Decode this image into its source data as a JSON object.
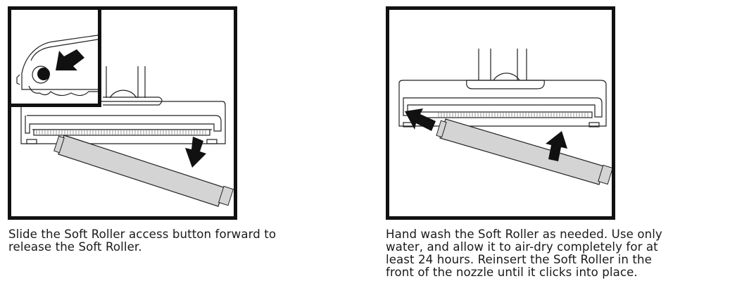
{
  "steps": [
    {
      "illustration": "remove-soft-roller",
      "icons": [
        "inset-button-arrow-icon",
        "down-right-arrow-icon"
      ],
      "caption_lines": [
        "Slide the Soft Roller access button forward to",
        "release the Soft Roller."
      ],
      "caption": "Slide the Soft Roller access button forward to\nrelease the Soft Roller."
    },
    {
      "illustration": "reinsert-soft-roller",
      "icons": [
        "up-left-arrow-icon",
        "up-arrow-icon"
      ],
      "caption_lines": [
        "Hand wash the Soft Roller as needed. Use only",
        "water, and allow it to air-dry completely for at",
        "least 24 hours. Reinsert the Soft Roller in the",
        "front of the nozzle until it clicks into place."
      ],
      "caption": "Hand wash the Soft Roller as needed. Use only\nwater, and allow it to air-dry completely for at\nleast 24 hours. Reinsert the Soft Roller in the\nfront of the nozzle until it clicks into place."
    }
  ],
  "colors": {
    "frame": "#111111",
    "roller_fill": "#d4d4d4",
    "line": "#222222",
    "background": "#ffffff"
  }
}
